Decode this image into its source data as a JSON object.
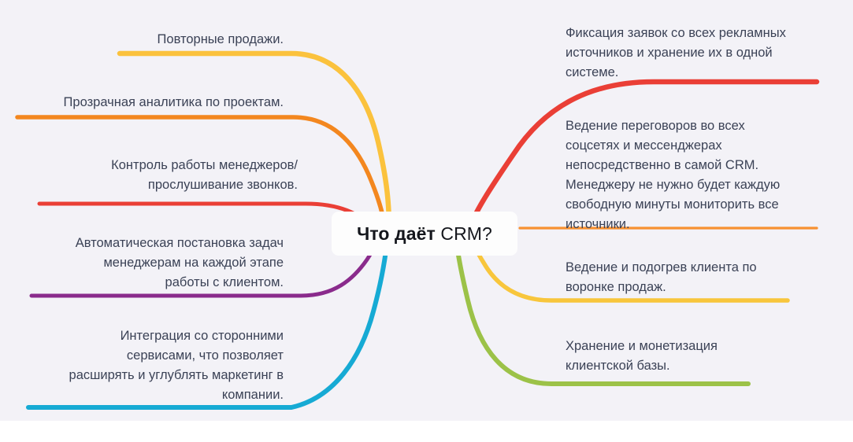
{
  "diagram": {
    "title": "Что даёт CRM?",
    "center": {
      "bold_part": "Что даёт",
      "normal_part": " CRM?"
    },
    "background_color": "#f3f2f7",
    "text_color": "#3b4256",
    "left_branches": [
      {
        "id": "repeat-sales",
        "label": "Повторные продажи.",
        "color": "#fbc23d"
      },
      {
        "id": "transparent-analytics",
        "label": "Прозрачная аналитика по проектам.",
        "color": "#f3871f"
      },
      {
        "id": "manager-control",
        "label": "Контроль работы менеджеров/\nпрослушивание звонков.",
        "color": "#ea3f36"
      },
      {
        "id": "automatic-tasks",
        "label": "Автоматическая постановка задач\nменеджерам на каждой этапе\nработы с клиентом.",
        "color": "#8a2b8c"
      },
      {
        "id": "third-party-integration",
        "label": "Интеграция со сторонними\nсервисами, что позволяет\nрасширять и углублять маркетинг в\nкомпании.",
        "color": "#16aad4"
      }
    ],
    "right_branches": [
      {
        "id": "lead-capture",
        "label": "Фиксация заявок со всех рекламных\nисточников и хранение их в одной\nсистеме.",
        "color": "#ea3f36"
      },
      {
        "id": "messenger-negotiations",
        "label": "Ведение переговоров во всех\nсоцсетях и мессенджерах\nнепосредственно в самой CRM.\nМенеджеру не нужно будет каждую\nсвободную минуты мониторить все\nисточники.",
        "color": "#f79131"
      },
      {
        "id": "sales-funnel",
        "label": "Ведение и подогрев клиента по\nворонке продаж.",
        "color": "#f8c63c"
      },
      {
        "id": "client-base",
        "label": "Хранение и монетизация\nклиентской базы.",
        "color": "#99c council"
      }
    ],
    "right_branch_colors_fixed": [
      "#ea3f36",
      "#f79131",
      "#f8c63c",
      "#9cc248"
    ]
  }
}
